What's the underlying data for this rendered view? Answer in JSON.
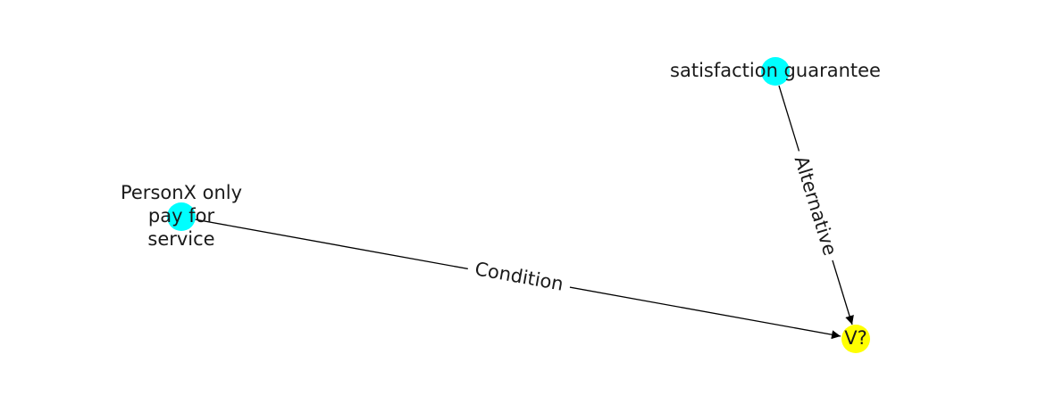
{
  "graph": {
    "nodes": [
      {
        "id": "n_personx",
        "label_lines": [
          "PersonX only",
          "pay for",
          "service"
        ],
        "color": "#00ffff"
      },
      {
        "id": "n_satisfaction",
        "label_lines": [
          "satisfaction guarantee"
        ],
        "color": "#00ffff"
      },
      {
        "id": "n_v",
        "label_lines": [
          "V?"
        ],
        "color": "#ffff00"
      }
    ],
    "edges": [
      {
        "id": "e_condition",
        "source": "n_personx",
        "target": "n_v",
        "label": "Condition"
      },
      {
        "id": "e_alternative",
        "source": "n_satisfaction",
        "target": "n_v",
        "label": "Alternative"
      }
    ]
  }
}
